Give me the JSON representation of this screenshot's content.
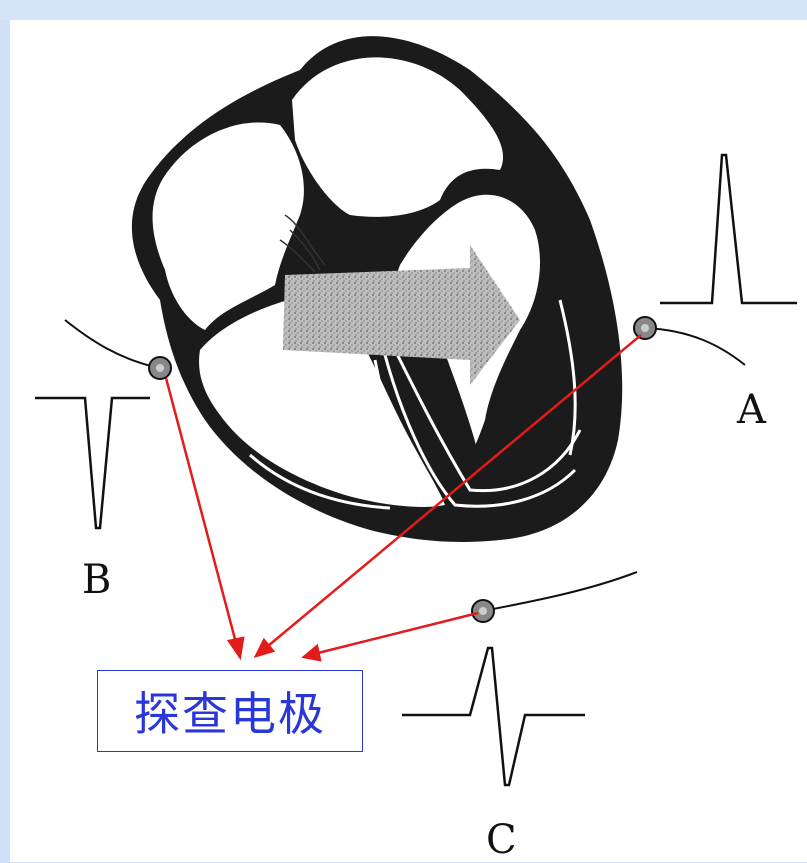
{
  "diagram": {
    "electrodes": [
      {
        "id": "A",
        "label": "A"
      },
      {
        "id": "B",
        "label": "B"
      },
      {
        "id": "C",
        "label": "C"
      }
    ],
    "probe_label": "探查电极",
    "colors": {
      "arrow": "#e21b1b",
      "label_box": "#2a37d8",
      "heart_wall": "#1a1a1a",
      "background_frame": "#cfe0f7"
    }
  }
}
